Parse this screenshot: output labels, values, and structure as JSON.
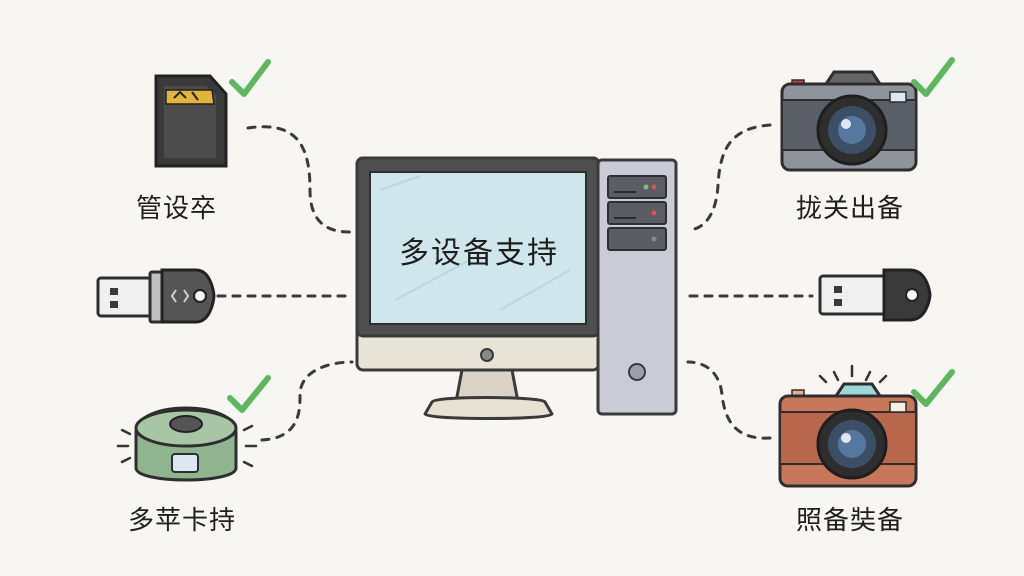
{
  "center": {
    "screen_text": "多设备支持"
  },
  "devices": {
    "sd_card": {
      "label": "管设卒",
      "supported": true
    },
    "usb_left": {
      "label": ""
    },
    "card_reader": {
      "label": "多苹卡持",
      "supported": true
    },
    "camera_top": {
      "label": "拢关出备",
      "supported": true
    },
    "usb_right": {
      "label": ""
    },
    "camera_bottom": {
      "label": "照备奘备",
      "supported": true
    }
  },
  "colors": {
    "check": "#5cb85c",
    "screen": "#cfe6ec",
    "monitor_frame": "#4a4a4a",
    "tower": "#c9ccd6",
    "reader": "#8fb48f",
    "camera_top_body": "#8e939c",
    "camera_bottom_body": "#c8775a"
  },
  "icons": [
    "sd-card-icon",
    "usb-drive-icon",
    "card-reader-icon",
    "camera-icon",
    "check-icon",
    "computer-icon"
  ]
}
